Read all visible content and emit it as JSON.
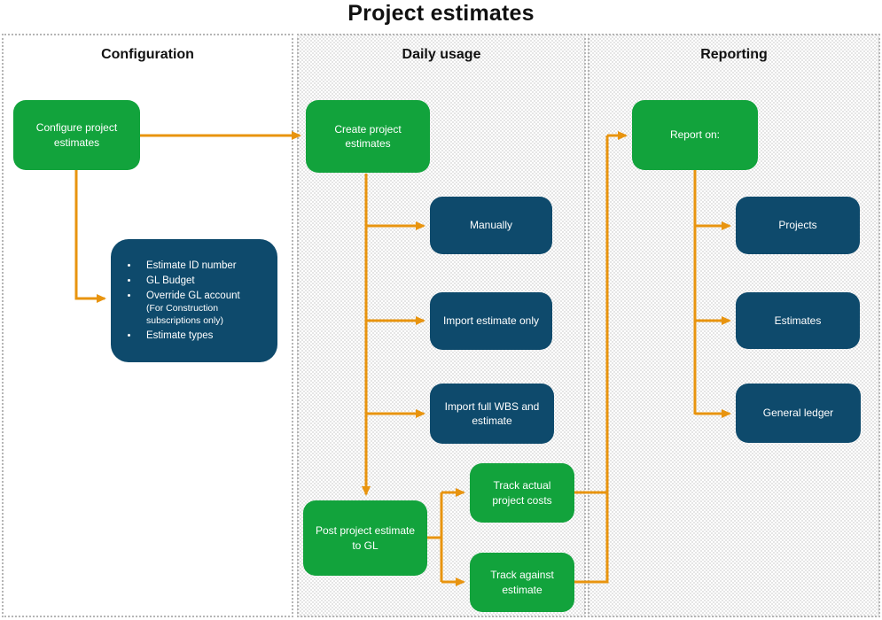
{
  "title": "Project estimates",
  "colors": {
    "node_green": "#12A33C",
    "node_blue": "#0E4A6C",
    "arrow_orange": "#E8940F"
  },
  "lanes": [
    {
      "label": "Configuration"
    },
    {
      "label": "Daily usage"
    },
    {
      "label": "Reporting"
    }
  ],
  "nodes": {
    "configure": {
      "label": "Configure project estimates"
    },
    "create": {
      "label": "Create project estimates"
    },
    "manually": {
      "label": "Manually"
    },
    "import_estimate": {
      "label": "Import estimate only"
    },
    "import_wbs": {
      "label": "Import full WBS and estimate"
    },
    "post": {
      "label": "Post project estimate to GL"
    },
    "track_actual": {
      "label": "Track actual project costs"
    },
    "track_against": {
      "label": "Track against estimate"
    },
    "report": {
      "label": "Report on:"
    },
    "projects": {
      "label": "Projects"
    },
    "estimates": {
      "label": "Estimates"
    },
    "general_ledger": {
      "label": "General ledger"
    }
  },
  "bullets": {
    "items": [
      {
        "text": "Estimate ID number",
        "note": ""
      },
      {
        "text": "GL Budget",
        "note": ""
      },
      {
        "text": "Override GL account",
        "note": "(For Construction subscriptions only)"
      },
      {
        "text": "Estimate types",
        "note": ""
      }
    ]
  }
}
